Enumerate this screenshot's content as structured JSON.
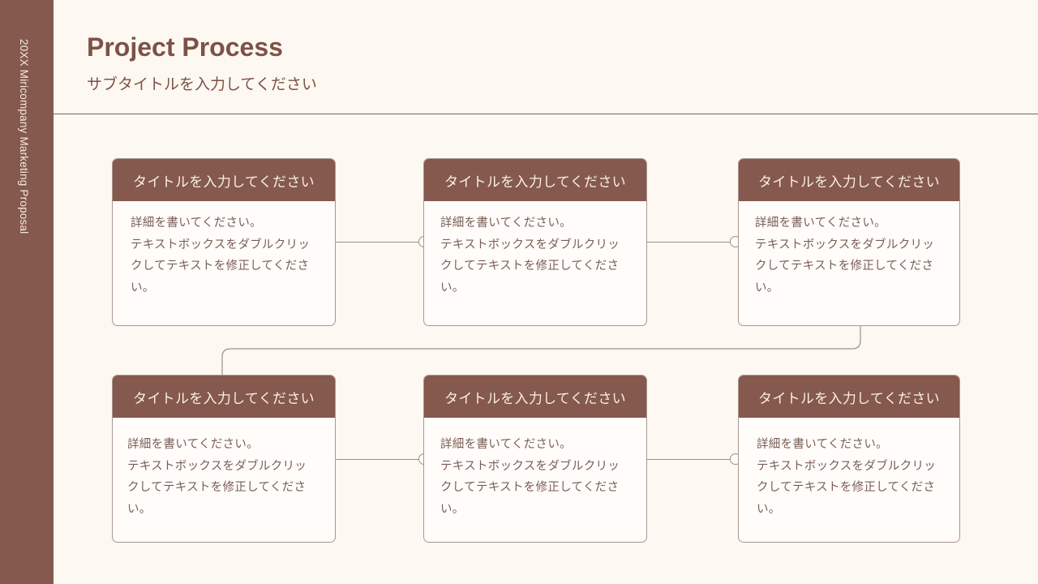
{
  "sidebar": {
    "text": "20XX Miricompany Marketing Proposal"
  },
  "header": {
    "title": "Project Process",
    "subtitle": "サブタイトルを入力してください"
  },
  "colors": {
    "accent": "#85594d",
    "background": "#fdf8f1",
    "card_bg": "#fffcfa",
    "line": "#a09088"
  },
  "steps": [
    {
      "title": "タイトルを入力してください",
      "lines": [
        "詳細を書いてください。",
        "テキストボックスをダブルクリッ",
        "クしてテキストを修正してくださ",
        "い。"
      ]
    },
    {
      "title": "タイトルを入力してください",
      "lines": [
        "詳細を書いてください。",
        "テキストボックスをダブルクリッ",
        "クしてテキストを修正してくださ",
        "い。"
      ]
    },
    {
      "title": "タイトルを入力してください",
      "lines": [
        "詳細を書いてください。",
        "テキストボックスをダブルクリッ",
        "クしてテキストを修正してくださ",
        "い。"
      ]
    },
    {
      "title": "タイトルを入力してください",
      "lines": [
        "詳細を書いてください。",
        "テキストボックスをダブルクリッ",
        "クしてテキストを修正してくださ",
        "い。"
      ]
    },
    {
      "title": "タイトルを入力してください",
      "lines": [
        "詳細を書いてください。",
        "テキストボックスをダブルクリッ",
        "クしてテキストを修正してくださ",
        "い。"
      ]
    },
    {
      "title": "タイトルを入力してください",
      "lines": [
        "詳細を書いてください。",
        "テキストボックスをダブルクリッ",
        "クしてテキストを修正してくださ",
        "い。"
      ]
    }
  ]
}
